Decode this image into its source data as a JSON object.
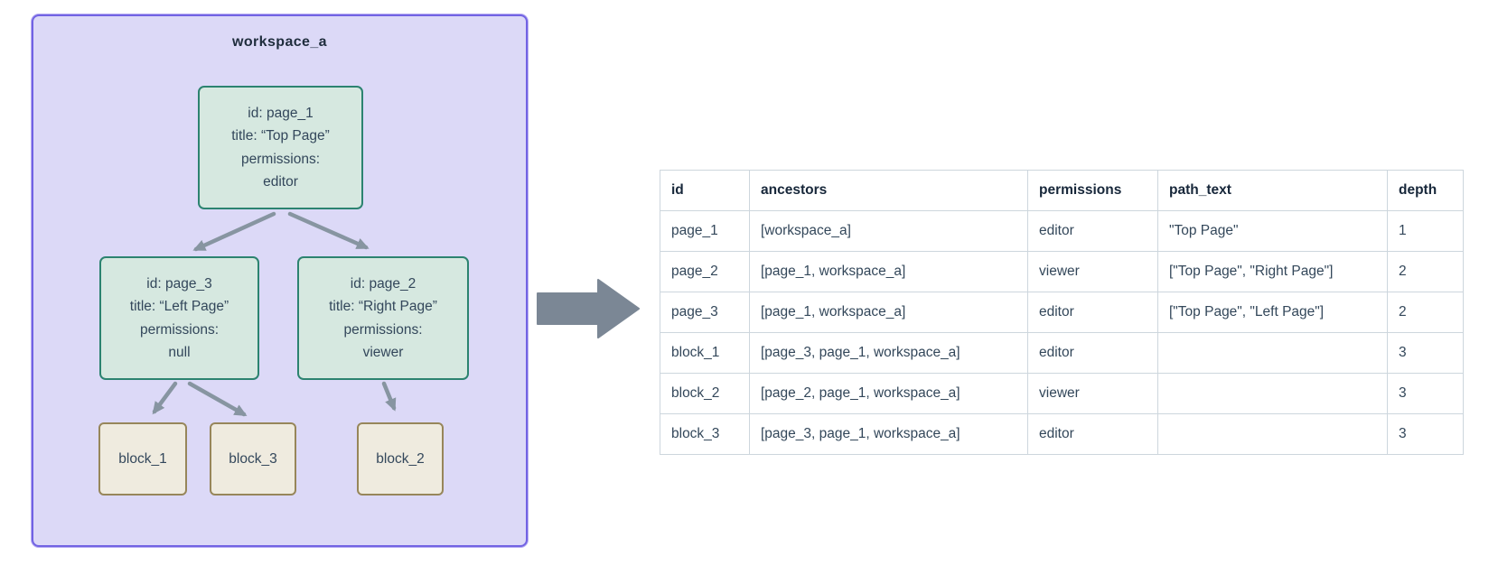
{
  "workspace": {
    "label": "workspace_a",
    "nodes": {
      "page_1": {
        "lines": [
          "id: page_1",
          "title: “Top Page”",
          "permissions:",
          "editor"
        ]
      },
      "page_3": {
        "lines": [
          "id: page_3",
          "title: “Left Page”",
          "permissions:",
          "null"
        ]
      },
      "page_2": {
        "lines": [
          "id: page_2",
          "title: “Right Page”",
          "permissions:",
          "viewer"
        ]
      },
      "block_1": {
        "label": "block_1"
      },
      "block_3": {
        "label": "block_3"
      },
      "block_2": {
        "label": "block_2"
      }
    }
  },
  "table": {
    "headers": [
      "id",
      "ancestors",
      "permissions",
      "path_text",
      "depth"
    ],
    "rows": [
      [
        "page_1",
        "[workspace_a]",
        "editor",
        "\"Top Page\"",
        "1"
      ],
      [
        "page_2",
        "[page_1, workspace_a]",
        "viewer",
        "[\"Top Page\", \"Right Page\"]",
        "2"
      ],
      [
        "page_3",
        "[page_1, workspace_a]",
        "editor",
        "[\"Top Page\", \"Left Page\"]",
        "2"
      ],
      [
        "block_1",
        "[page_3, page_1, workspace_a]",
        "editor",
        "",
        "3"
      ],
      [
        "block_2",
        "[page_2, page_1, workspace_a]",
        "viewer",
        "",
        "3"
      ],
      [
        "block_3",
        "[page_3, page_1, workspace_a]",
        "editor",
        "",
        "3"
      ]
    ]
  },
  "colors": {
    "workspace_fill": "#dcd9f7",
    "workspace_border": "#7263e3",
    "page_fill": "#d6e8e0",
    "page_border": "#2c8370",
    "block_fill": "#efebdf",
    "block_border": "#97865a",
    "tree_edge": "#8795a1",
    "transform_arrow": "#7b8795",
    "table_border": "#cdd6dd",
    "text": "#33475a"
  }
}
